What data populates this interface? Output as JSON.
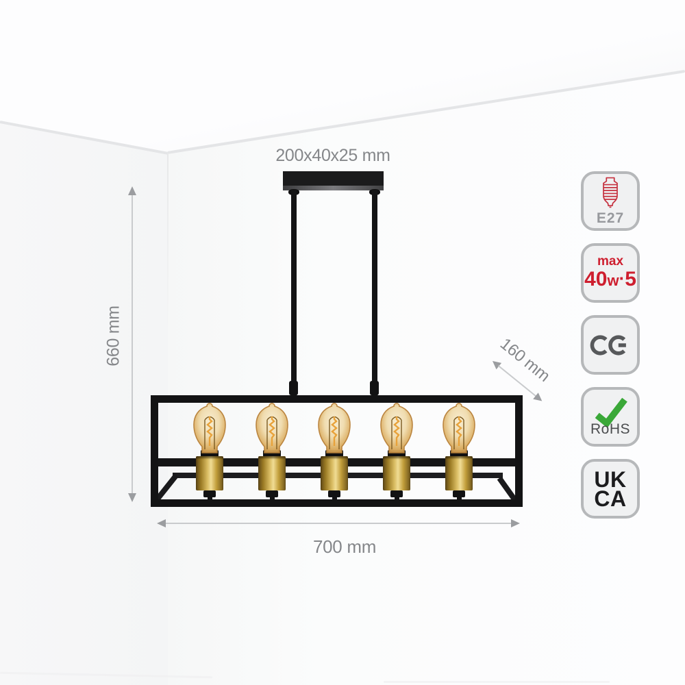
{
  "diagram": {
    "canopy_dimension": "200x40x25 mm",
    "height_dimension": "660 mm",
    "depth_dimension": "160 mm",
    "width_dimension": "700 mm"
  },
  "fixture": {
    "bulb_count": 5,
    "description": "black rectangular caged island chandelier with five amber filament bulbs on brass holders",
    "frame_color": "#161616",
    "brass_color": "#c9a43e",
    "glass_color": "#eed7a8"
  },
  "badges": {
    "e27": {
      "label": "E27",
      "icon": "e27-lamp-base-icon",
      "icon_color": "#c5303e",
      "label_color": "#97999d"
    },
    "max_wattage": {
      "prefix": "max",
      "watts": "40",
      "unit": "w",
      "separator": "·",
      "count": "5",
      "color": "#ce1f2f"
    },
    "ce": {
      "label": "CE"
    },
    "rohs": {
      "label": "RoHS",
      "icon": "green-checkmark-icon",
      "check_color": "#3aa838"
    },
    "ukca": {
      "line1": "UK",
      "line2": "CA"
    }
  }
}
